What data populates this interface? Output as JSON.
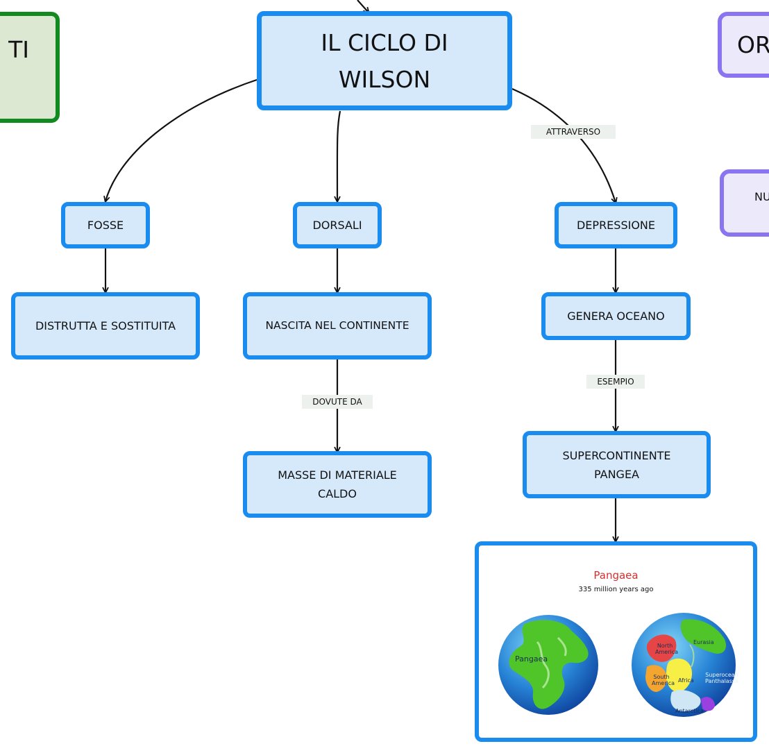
{
  "nodes": {
    "main": "IL CICLO DI WILSON",
    "left_partial": "TI",
    "right_partial": "OR",
    "right_partial2": "NU",
    "fosse": "FOSSE",
    "dorsali": "DORSALI",
    "depressione": "DEPRESSIONE",
    "distrutta": "DISTRUTTA E SOSTITUITA",
    "nascita": "NASCITA NEL CONTINENTE",
    "genera": "GENERA OCEANO",
    "masse": "MASSE DI MATERIALE CALDO",
    "supercontinente": "SUPERCONTINENTE PANGEA"
  },
  "edge_labels": {
    "attraverso": "ATTRAVERSO",
    "dovute": "DOVUTE DA",
    "esempio": "ESEMPIO"
  },
  "pangaea_image": {
    "title": "Pangaea",
    "subtitle": "335 million years ago",
    "globe_left_label": "Pangaea",
    "continents": {
      "north_america": "North America",
      "south_america": "South America",
      "africa": "Africa",
      "eurasia": "Eurasia",
      "antarctica": "Antarctica",
      "ocean": "Superocean Panthalassa"
    }
  },
  "colors": {
    "node_border": "#1a8cf0",
    "node_fill": "#d6e9fb",
    "green_border": "#138a20",
    "purple_border": "#8b74f0"
  }
}
